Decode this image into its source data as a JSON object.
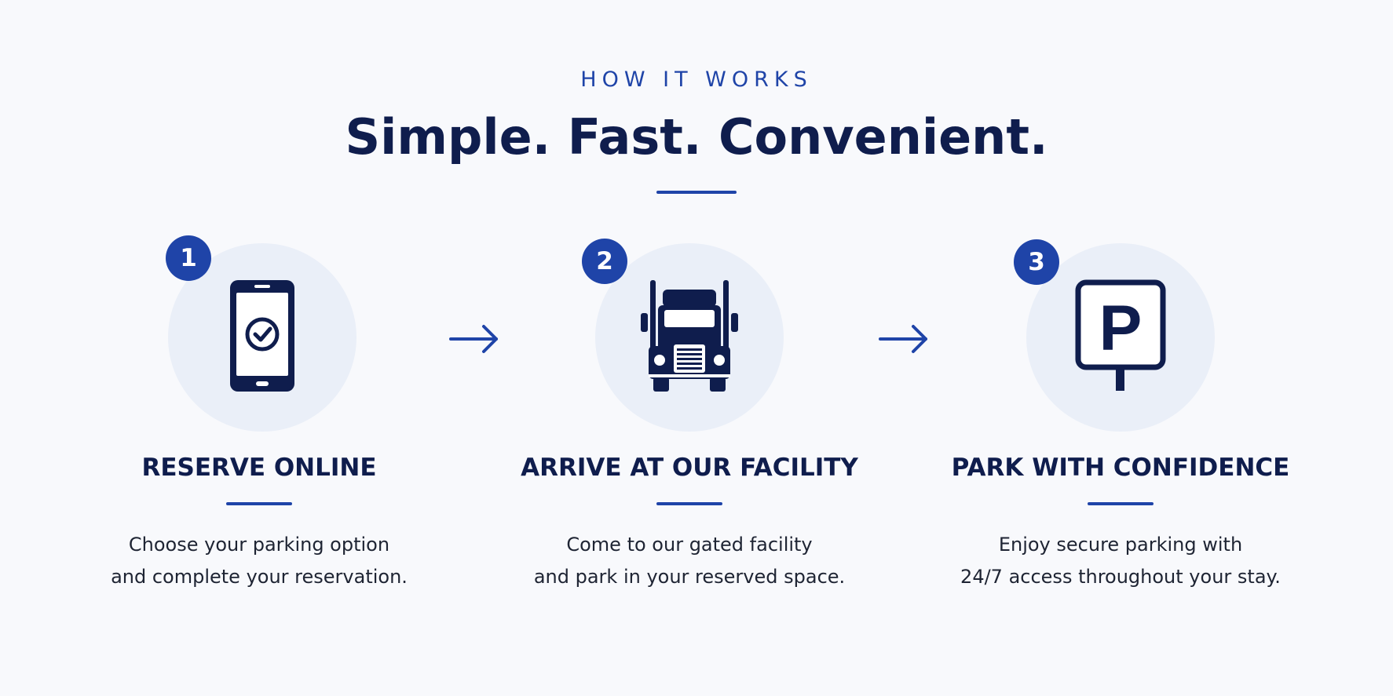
{
  "header": {
    "eyebrow": "HOW IT WORKS",
    "headline": "Simple. Fast. Convenient."
  },
  "steps": [
    {
      "number": "1",
      "icon": "smartphone-check-icon",
      "title": "RESERVE ONLINE",
      "description_line1": "Choose your parking option",
      "description_line2": "and complete your reservation."
    },
    {
      "number": "2",
      "icon": "semi-truck-icon",
      "title": "ARRIVE AT OUR FACILITY",
      "description_line1": "Come to our gated facility",
      "description_line2": "and park in your reserved space."
    },
    {
      "number": "3",
      "icon": "parking-sign-icon",
      "title": "PARK WITH CONFIDENCE",
      "description_line1": "Enjoy secure parking with",
      "description_line2": "24/7 access throughout your stay."
    }
  ],
  "arrows": [
    "arrow-right-icon",
    "arrow-right-icon"
  ],
  "colors": {
    "background": "#f8f9fc",
    "accent": "#1f44a8",
    "navy": "#0f1d4d",
    "icon_circle": "#eaeff8",
    "body_text": "#1e2433"
  }
}
